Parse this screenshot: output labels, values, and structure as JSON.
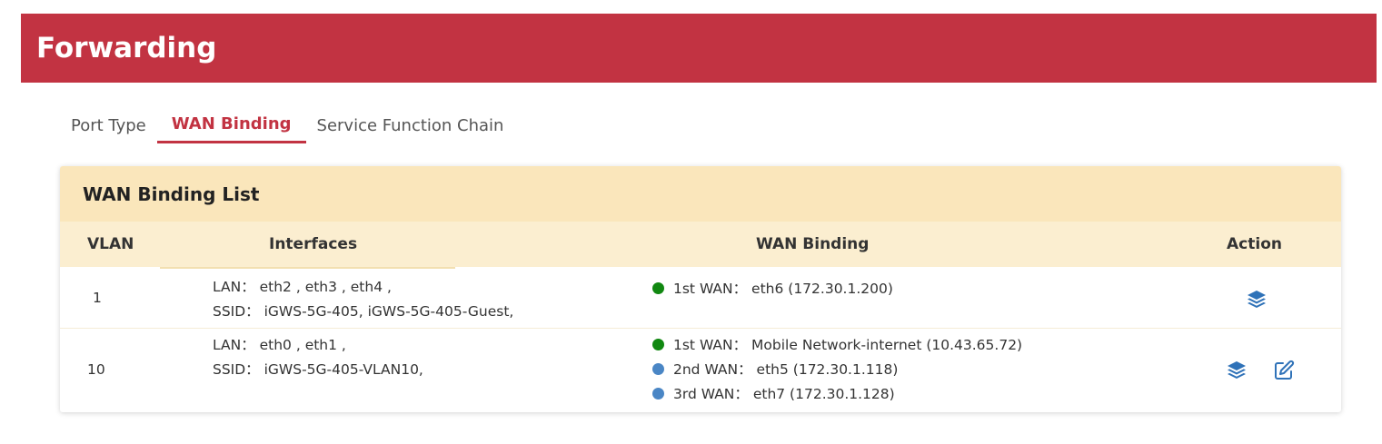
{
  "header": {
    "title": "Forwarding"
  },
  "tabs": [
    {
      "label": "Port Type",
      "active": false
    },
    {
      "label": "WAN Binding",
      "active": true
    },
    {
      "label": "Service Function Chain",
      "active": false
    }
  ],
  "list": {
    "title": "WAN Binding List",
    "columns": {
      "vlan": "VLAN",
      "interfaces": "Interfaces",
      "wan_binding": "WAN Binding",
      "action": "Action"
    },
    "rows": [
      {
        "vlan": "1",
        "lan": "LAN： eth2 , eth3 , eth4 ,",
        "ssid": "SSID： iGWS-5G-405, iGWS-5G-405-Guest,",
        "wans": [
          {
            "label": "1st WAN： eth6 (172.30.1.200)",
            "status_color": "#118811"
          }
        ],
        "actions": [
          "layers-icon"
        ]
      },
      {
        "vlan": "10",
        "lan": "LAN： eth0 , eth1 ,",
        "ssid": "SSID： iGWS-5G-405-VLAN10,",
        "wans": [
          {
            "label": "1st WAN： Mobile Network-internet (10.43.65.72)",
            "status_color": "#118811"
          },
          {
            "label": "2nd WAN： eth5 (172.30.1.118)",
            "status_color": "#4a86c5"
          },
          {
            "label": "3rd WAN： eth7 (172.30.1.128)",
            "status_color": "#4a86c5"
          }
        ],
        "actions": [
          "layers-icon",
          "edit-icon"
        ]
      }
    ]
  },
  "colors": {
    "header": "#c23342",
    "accent": "#c23342",
    "title_bar": "#fae6bb",
    "table_head": "#fbeed0",
    "icon": "#2f72b8"
  }
}
